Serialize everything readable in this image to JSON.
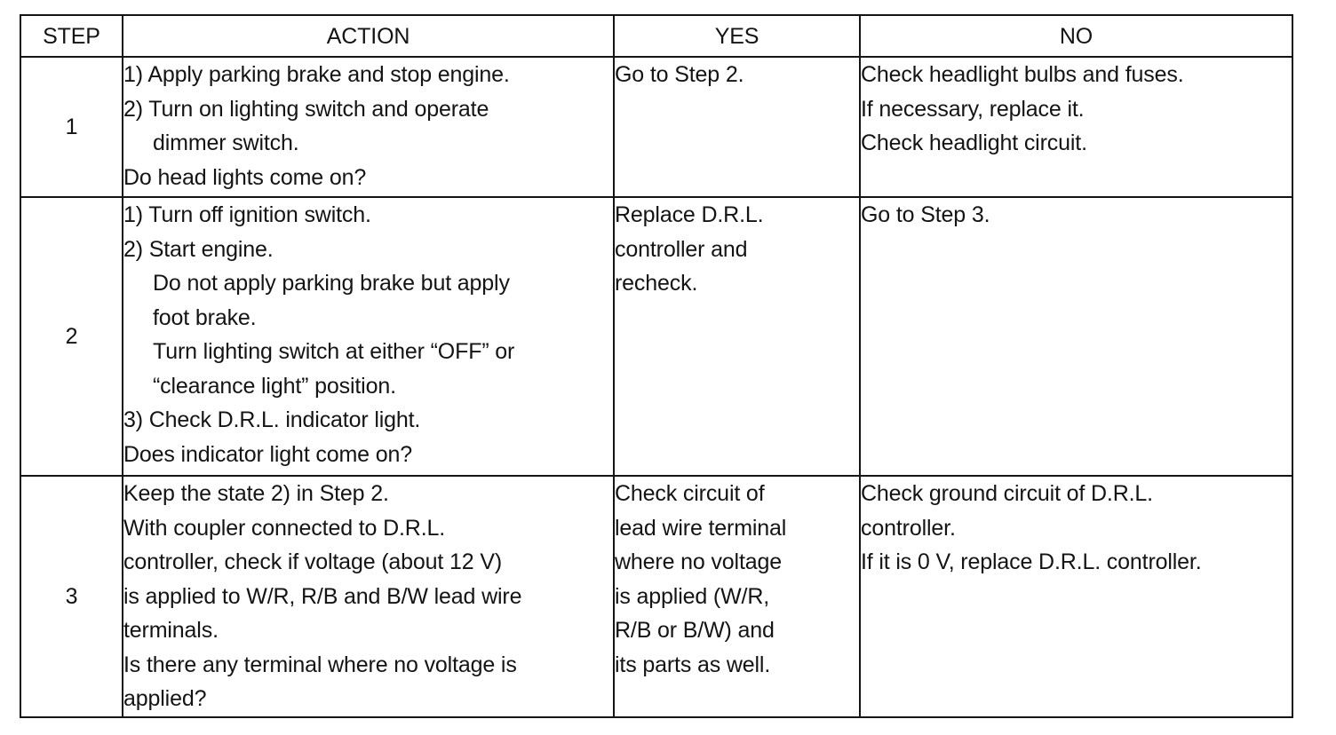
{
  "headers": {
    "step": "STEP",
    "action": "ACTION",
    "yes": "YES",
    "no": "NO"
  },
  "rows": [
    {
      "step": "1",
      "action": [
        "1) Apply parking brake and stop engine.",
        "2) Turn on lighting switch and operate",
        "dimmer switch.",
        "Do head lights come on?"
      ],
      "yes": [
        "Go to Step 2."
      ],
      "no": [
        "Check headlight bulbs and fuses.",
        "If necessary, replace it.",
        "Check headlight circuit."
      ]
    },
    {
      "step": "2",
      "action": [
        "1) Turn off ignition switch.",
        "2) Start engine.",
        "Do not apply parking brake but apply",
        "foot brake.",
        "Turn lighting switch at either “OFF” or",
        "“clearance light” position.",
        "3) Check D.R.L. indicator light.",
        "Does indicator light come on?"
      ],
      "yes": [
        "Replace D.R.L.",
        "controller and",
        "recheck."
      ],
      "no": [
        "Go to Step 3."
      ]
    },
    {
      "step": "3",
      "action": [
        "Keep the state 2) in Step 2.",
        "With coupler connected to D.R.L.",
        "controller, check if voltage (about 12 V)",
        "is applied to W/R, R/B and B/W lead wire",
        "terminals.",
        "Is there any terminal where no voltage is",
        "applied?"
      ],
      "yes": [
        "Check circuit of",
        "lead wire terminal",
        "where no voltage",
        "is applied (W/R,",
        "R/B or B/W) and",
        "its parts as well."
      ],
      "no": [
        "Check ground circuit of D.R.L.",
        "controller.",
        "If it is 0 V, replace D.R.L. controller."
      ]
    }
  ]
}
